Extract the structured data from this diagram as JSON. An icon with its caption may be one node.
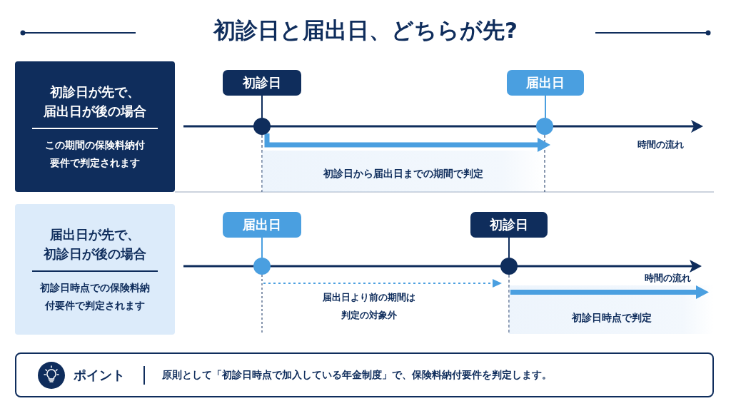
{
  "diagram": {
    "title": "初診日と届出日、どちらが先?",
    "nodes": [
      {
        "text": [
          "初診日が先で、届出日が後の場合",
          "この期間の保険料納付要件で判定されます"
        ]
      },
      {
        "text": [
          "初診日"
        ]
      },
      {
        "text": [],
        "shape": "circle"
      },
      {
        "text": [
          "届出日"
        ]
      },
      {
        "text": [],
        "shape": "circle"
      },
      {
        "text": [
          "初診日から届出日までの期間で判定"
        ]
      },
      {
        "text": [
          "届出日が先で、初診日が後の場合",
          "初診日時点での保険料納付要件で判定されます"
        ]
      },
      {
        "text": [
          "届出日"
        ]
      },
      {
        "text": [],
        "shape": "circle"
      },
      {
        "text": [
          "初診日"
        ]
      },
      {
        "text": [],
        "shape": "circle"
      },
      {
        "text": [
          "届出日より前の期間は判定の対象外"
        ]
      },
      {
        "text": [
          "初診日時点で判定"
        ]
      },
      {
        "text": [
          "ポイント",
          "原則として「初診日時点で加入している年金制度」で、保険料納付要件を判定します。"
        ]
      }
    ],
    "edges": [
      {
        "from": 1,
        "to": 2,
        "arrow": "none"
      },
      {
        "from": 3,
        "to": 4,
        "arrow": "none",
        "color": "#4a9fe0"
      },
      {
        "from": 7,
        "to": 8,
        "arrow": "none",
        "color": "#4a9fe0"
      },
      {
        "from": 9,
        "to": 10,
        "arrow": "none"
      },
      {
        "from": 2,
        "to": 5,
        "arrow": "none",
        "style": "dashed"
      },
      {
        "from": 4,
        "to": 5,
        "arrow": "none",
        "style": "dashed"
      },
      {
        "from": 10,
        "to": 12,
        "arrow": "none",
        "style": "dashed"
      },
      {
        "from": 2,
        "to": 4,
        "arrow": "to",
        "style": "thick",
        "color": "#4a9fe0"
      }
    ],
    "labels": [
      "時間の流れ",
      "時間の流れ"
    ]
  }
}
